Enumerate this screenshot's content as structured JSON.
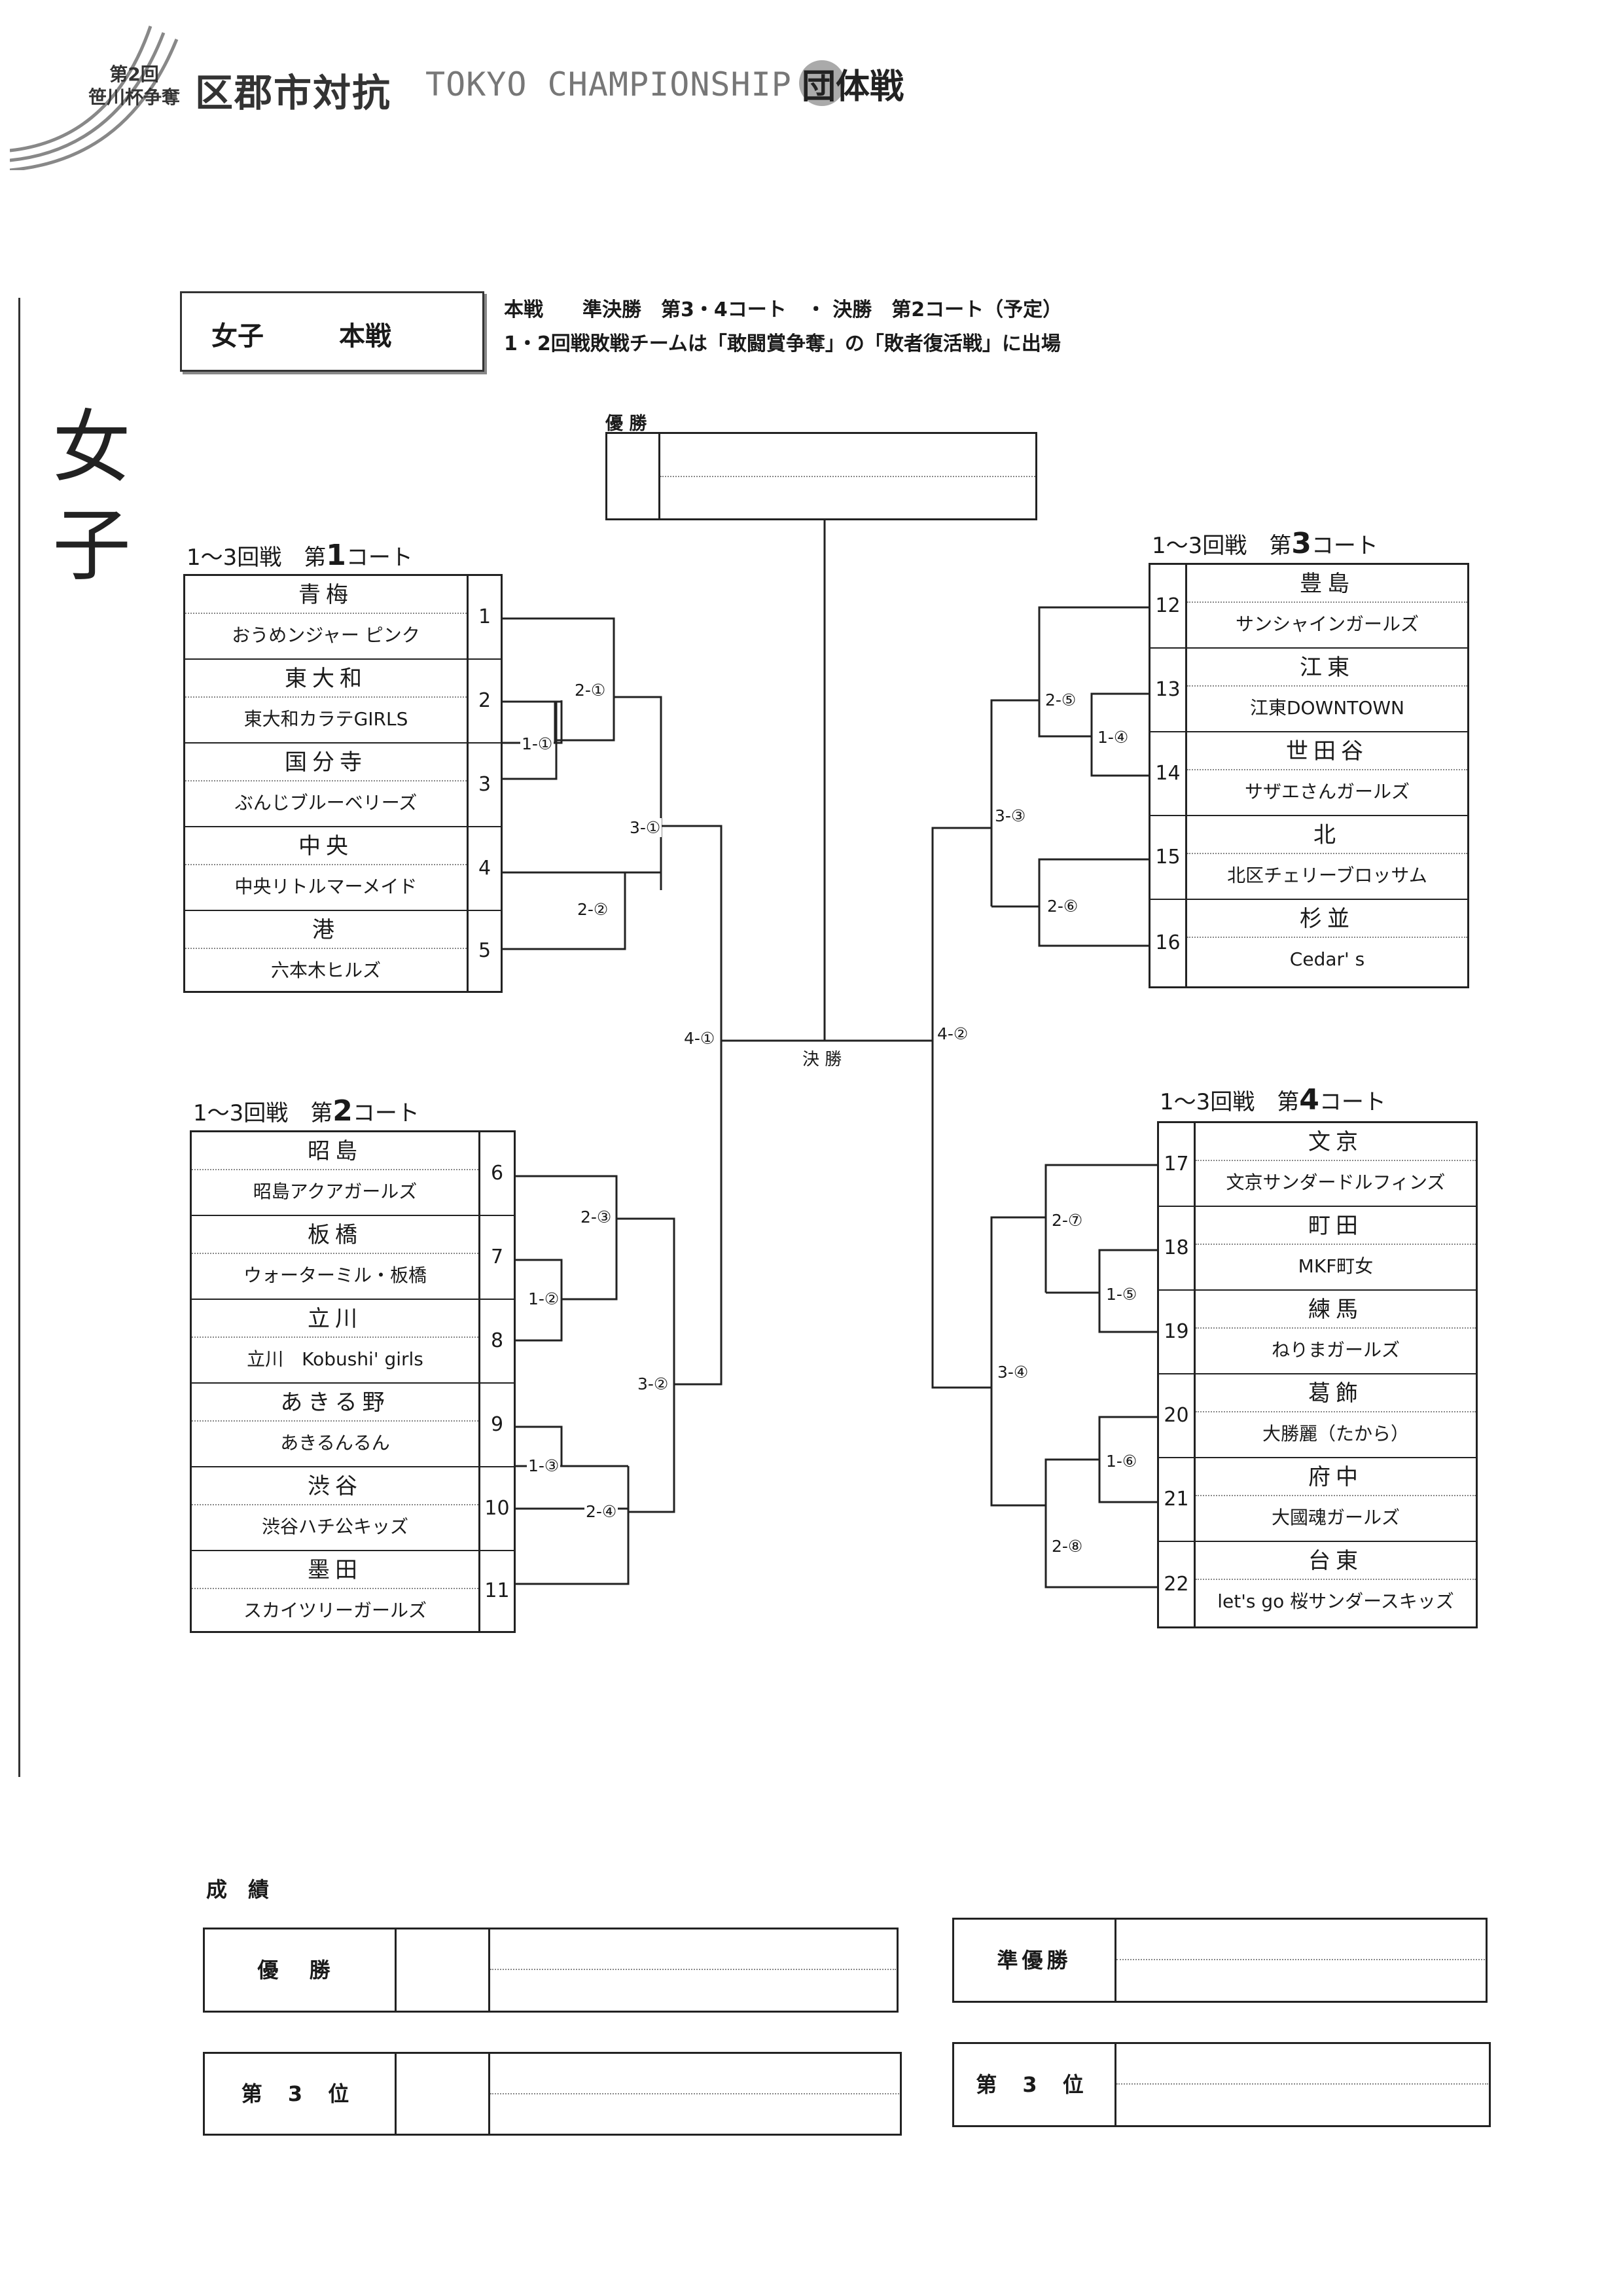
{
  "header": {
    "edition_top": "第2回",
    "edition_bottom": "笹川杯争奪",
    "title_jp": "区郡市対抗",
    "title_en": "TOKYO CHAMPIONSHIP",
    "title_badge": "団体戦"
  },
  "sidebar": {
    "char1": "女",
    "char2": "子"
  },
  "section": {
    "label_left": "女子",
    "label_right": "本戦",
    "note_line1": "本戦　　準決勝　第3・4コート　・ 決勝　第2コート（予定）",
    "note_line2": "1・2回戦敗戦チームは「敢闘賞争奪」の「敗者復活戦」に出場"
  },
  "champion_box": {
    "label": "優 勝"
  },
  "final_label": "決 勝",
  "courts": [
    {
      "id": "court1",
      "prefix": "1～3回戦　第",
      "number": "1",
      "suffix": "コート",
      "teams": [
        {
          "no": "1",
          "name": "青梅",
          "team": "おうめンジャー ピンク"
        },
        {
          "no": "2",
          "name": "東大和",
          "team": "東大和カラテGIRLS"
        },
        {
          "no": "3",
          "name": "国分寺",
          "team": "ぶんじブルーベリーズ"
        },
        {
          "no": "4",
          "name": "中央",
          "team": "中央リトルマーメイド"
        },
        {
          "no": "5",
          "name": "港",
          "team": "六本木ヒルズ"
        }
      ]
    },
    {
      "id": "court2",
      "prefix": "1～3回戦　第",
      "number": "2",
      "suffix": "コート",
      "teams": [
        {
          "no": "6",
          "name": "昭島",
          "team": "昭島アクアガールズ"
        },
        {
          "no": "7",
          "name": "板橋",
          "team": "ウォーターミル・板橋"
        },
        {
          "no": "8",
          "name": "立川",
          "team": "立川　Kobushi' girls"
        },
        {
          "no": "9",
          "name": "あきる野",
          "team": "あきるんるん"
        },
        {
          "no": "10",
          "name": "渋谷",
          "team": "渋谷ハチ公キッズ"
        },
        {
          "no": "11",
          "name": "墨田",
          "team": "スカイツリーガールズ"
        }
      ]
    },
    {
      "id": "court3",
      "prefix": "1～3回戦　第",
      "number": "3",
      "suffix": "コート",
      "teams": [
        {
          "no": "12",
          "name": "豊島",
          "team": "サンシャインガールズ"
        },
        {
          "no": "13",
          "name": "江東",
          "team": "江東DOWNTOWN"
        },
        {
          "no": "14",
          "name": "世田谷",
          "team": "サザエさんガールズ"
        },
        {
          "no": "15",
          "name": "北",
          "team": "北区チェリーブロッサム"
        },
        {
          "no": "16",
          "name": "杉並",
          "team": "Cedar' s"
        }
      ]
    },
    {
      "id": "court4",
      "prefix": "1～3回戦　第",
      "number": "4",
      "suffix": "コート",
      "teams": [
        {
          "no": "17",
          "name": "文京",
          "team": "文京サンダードルフィンズ"
        },
        {
          "no": "18",
          "name": "町田",
          "team": "MKF町女"
        },
        {
          "no": "19",
          "name": "練馬",
          "team": "ねりまガールズ"
        },
        {
          "no": "20",
          "name": "葛飾",
          "team": "大勝麗（たから）"
        },
        {
          "no": "21",
          "name": "府中",
          "team": "大國魂ガールズ"
        },
        {
          "no": "22",
          "name": "台東",
          "team": "let's go 桜サンダースキッズ"
        }
      ]
    }
  ],
  "match_labels": {
    "m1_1": "1-①",
    "m1_2": "1-②",
    "m1_3": "1-③",
    "m1_4": "1-④",
    "m1_5": "1-⑤",
    "m1_6": "1-⑥",
    "m2_1": "2-①",
    "m2_2": "2-②",
    "m2_3": "2-③",
    "m2_4": "2-④",
    "m2_5": "2-⑤",
    "m2_6": "2-⑥",
    "m2_7": "2-⑦",
    "m2_8": "2-⑧",
    "m3_1": "3-①",
    "m3_2": "3-②",
    "m3_3": "3-③",
    "m3_4": "3-④",
    "m4_1": "4-①",
    "m4_2": "4-②"
  },
  "results": {
    "heading": "成　績",
    "first": "優 勝",
    "second": "準優勝",
    "third_a": "第 3 位",
    "third_b": "第 3 位"
  }
}
